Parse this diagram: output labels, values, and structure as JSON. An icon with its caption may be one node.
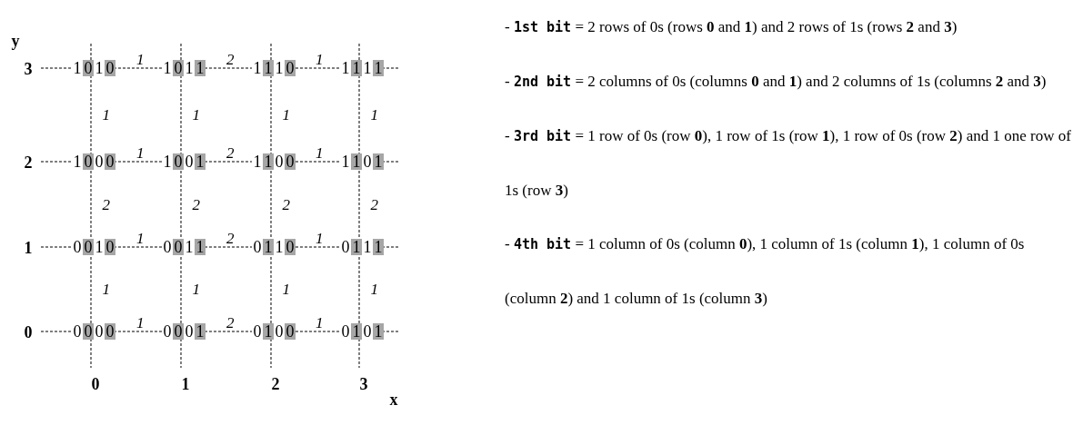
{
  "diagram": {
    "labels": [
      "y",
      "3",
      "1010",
      "1",
      "1011",
      "2",
      "1110",
      "1",
      "1111",
      "1",
      "1",
      "1",
      "1",
      "2",
      "1000",
      "1",
      "1001",
      "2",
      "1100",
      "1",
      "1101",
      "2",
      "2",
      "2",
      "2",
      "1",
      "0010",
      "1",
      "0011",
      "2",
      "0110",
      "1",
      "0111",
      "1",
      "1",
      "1",
      "1",
      "0",
      "0000",
      "1",
      "0001",
      "2",
      "0100",
      "1",
      "0101",
      "0",
      "1",
      "2",
      "3",
      "x",
      "- **1st bit** = 2 rows of 0s (rows **0** and **1**) and 2 rows of 1s (rows **2** and **3**)",
      "- **2nd bit** = 2 columns of 0s (columns **0** and **1**) and 2 columns of 1s (columns **2** and **3**)",
      "- **3rd bit** = 1 row of 0s (row **0**), 1 row of 1s (row **1**), 1 row of 0s (row **2**) and 1 one row of 1s (row **3**)",
      "- **4th bit** = 1 column of 0s (column **0**), 1 column of 1s (column **1**), 1 column of 0s (column **2**) and 1 column of 1s (column **3**)"
    ]
  }
}
